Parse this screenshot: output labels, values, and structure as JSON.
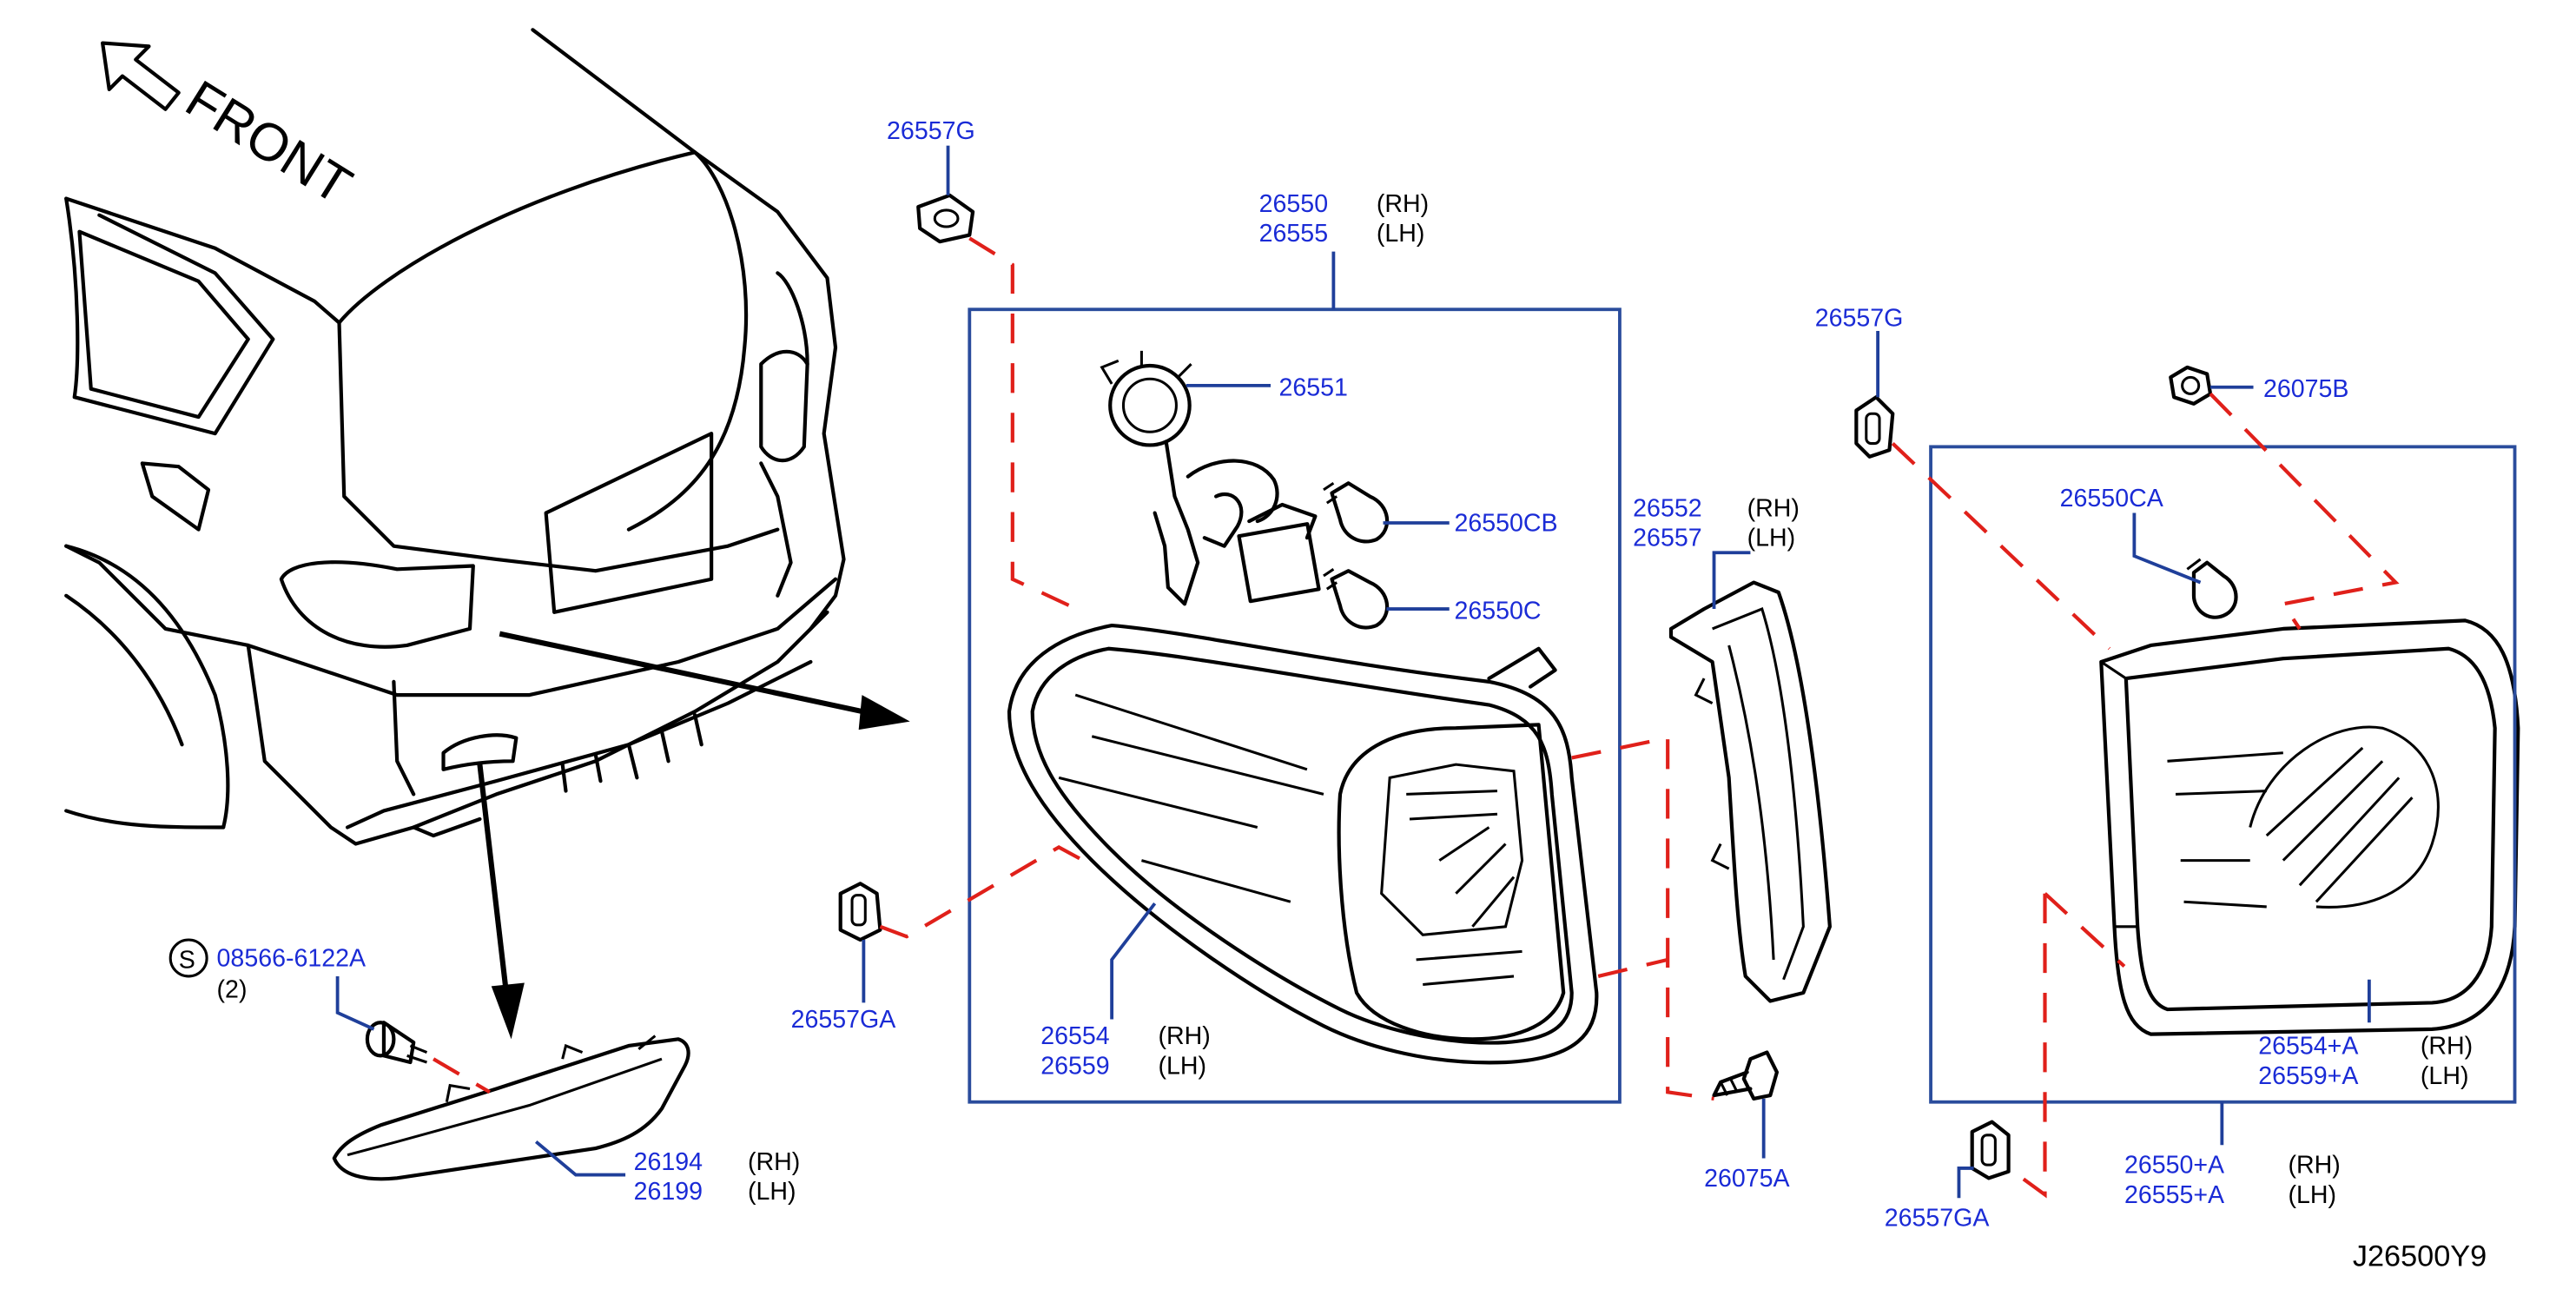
{
  "diagram": {
    "front_label": "FRONT",
    "drawing_code": "J26500Y9",
    "screw_symbol": "S",
    "parts": {
      "p26557G_top": {
        "code": "26557G"
      },
      "p26550_main": {
        "code1": "26550",
        "side1": "(RH)",
        "code2": "26555",
        "side2": "(LH)"
      },
      "p26551": {
        "code": "26551"
      },
      "p26550CB": {
        "code": "26550CB"
      },
      "p26550C": {
        "code": "26550C"
      },
      "p26557GA_left": {
        "code": "26557GA"
      },
      "p26554": {
        "code1": "26554",
        "side1": "(RH)",
        "code2": "26559",
        "side2": "(LH)"
      },
      "p26552": {
        "code1": "26552",
        "side1": "(RH)",
        "code2": "26557",
        "side2": "(LH)"
      },
      "p26075A": {
        "code": "26075A"
      },
      "p26557G_right": {
        "code": "26557G"
      },
      "p26075B": {
        "code": "26075B"
      },
      "p26550CA": {
        "code": "26550CA"
      },
      "p26554A": {
        "code1": "26554+A",
        "side1": "(RH)",
        "code2": "26559+A",
        "side2": "(LH)"
      },
      "p26550A": {
        "code1": "26550+A",
        "side1": "(RH)",
        "code2": "26555+A",
        "side2": "(LH)"
      },
      "p26557GA_right": {
        "code": "26557GA"
      },
      "p26194": {
        "code1": "26194",
        "side1": "(RH)",
        "code2": "26199",
        "side2": "(LH)"
      },
      "screw": {
        "code": "08566-6122A",
        "qty": "(2)"
      }
    }
  }
}
